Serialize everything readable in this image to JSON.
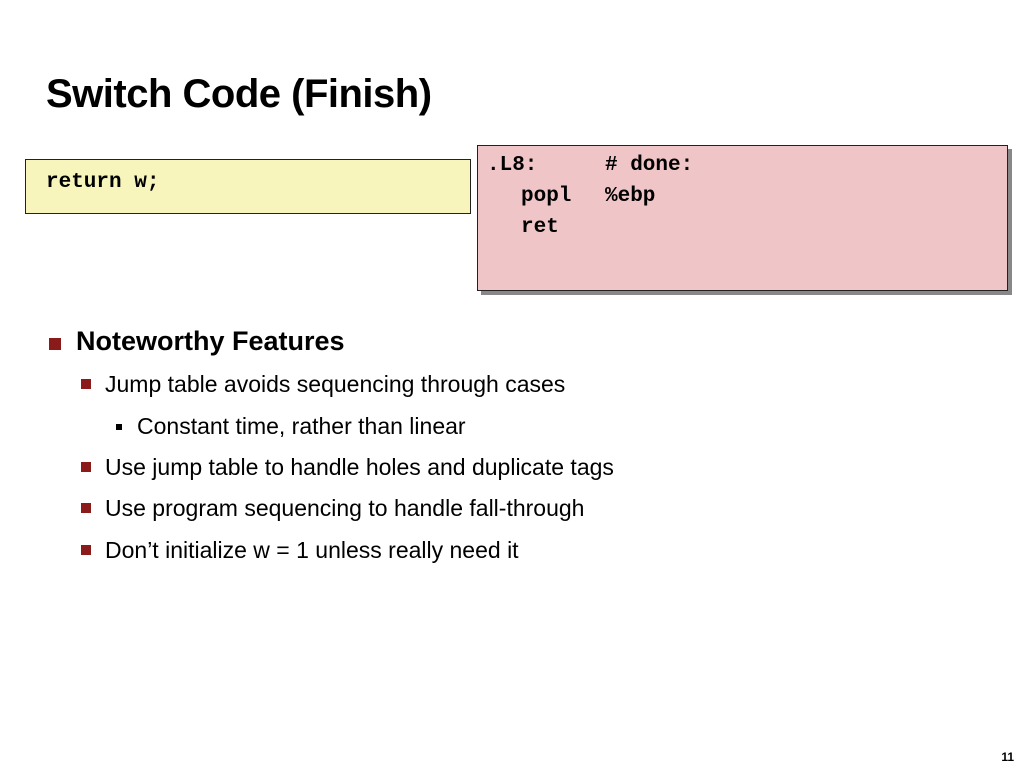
{
  "slide": {
    "title": "Switch Code (Finish)",
    "page_number": "11"
  },
  "c_code": {
    "lines": [
      "return w;"
    ],
    "background": "#f7f5bc"
  },
  "asm_code": {
    "background": "#f0c5c7",
    "rows": [
      {
        "label": ".L8:",
        "mnemonic": "",
        "operand": "# done:"
      },
      {
        "label": "",
        "mnemonic": "popl",
        "operand": "%ebp"
      },
      {
        "label": "",
        "mnemonic": "ret",
        "operand": ""
      }
    ]
  },
  "bullets": {
    "marker_color": "#8b1a1a",
    "heading": "Noteworthy Features",
    "items": [
      {
        "level": 2,
        "text": "Jump table avoids sequencing through cases"
      },
      {
        "level": 3,
        "text": "Constant time, rather than linear"
      },
      {
        "level": 2,
        "text": "Use jump table to handle holes and duplicate tags"
      },
      {
        "level": 2,
        "text": "Use program sequencing to handle fall-through"
      },
      {
        "level": 2,
        "text": "Don’t initialize w = 1 unless really need it"
      }
    ]
  }
}
